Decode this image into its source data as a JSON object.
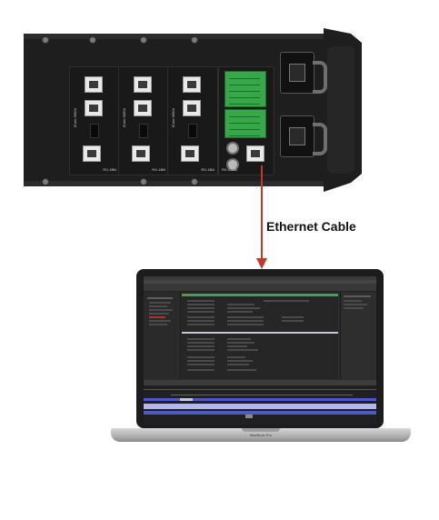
{
  "chassis": {
    "modules": [
      {
        "brand": "iCore 9650r",
        "label": "RX-1BN"
      },
      {
        "brand": "iCore 9650r",
        "label": "RX-1BN"
      },
      {
        "brand": "iCore 9650r",
        "label": "RX-1BA"
      }
    ],
    "control_module": {
      "label": "RX-CTRL"
    },
    "colors": {
      "body": "#1e1e1e",
      "terminal": "#37a84a"
    }
  },
  "connection": {
    "label": "Ethernet Cable",
    "arrow_color": "#c0392b"
  },
  "laptop": {
    "model": "MacBook Pro",
    "screen": {
      "theme": "dark",
      "highlight_colors": [
        "#3fa34d",
        "#4b5bc4",
        "#c8c8d6"
      ]
    }
  }
}
